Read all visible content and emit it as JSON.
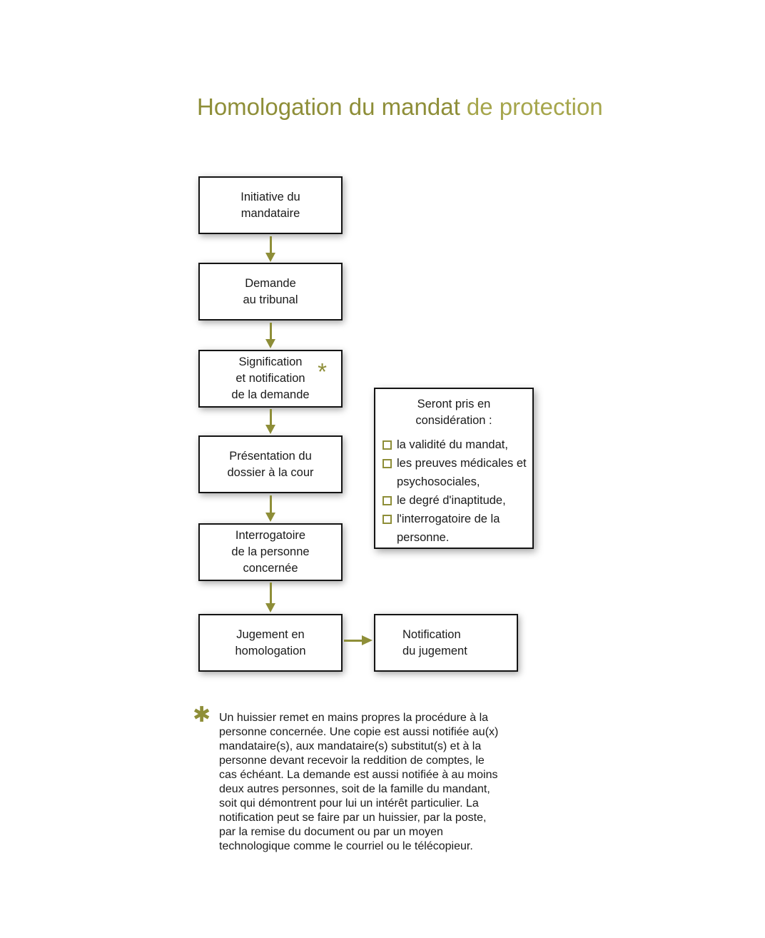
{
  "colors": {
    "accent": "#8e8e38",
    "accent-light": "#a6a64c",
    "box-border": "#141414",
    "text": "#1a1a1a"
  },
  "title": {
    "part1": "Homologation du mandat",
    "part2": " de protection"
  },
  "flowchart": {
    "boxes": [
      {
        "label": "Initiative du\nmandataire"
      },
      {
        "label": "Demande\nau tribunal"
      },
      {
        "label": "Signification\net notification\nde la demande",
        "footnote_marker": "*"
      },
      {
        "label": "Présentation du\ndossier à la cour"
      },
      {
        "label": "Interrogatoire\nde la personne\nconcernée"
      },
      {
        "label": "Jugement en\nhomologation"
      }
    ],
    "result_box": {
      "label": "Notification\ndu jugement"
    }
  },
  "consideration": {
    "header": "Seront pris en\nconsidération :",
    "items": [
      "la validité du mandat,",
      "les preuves médicales et psychosociales,",
      "le degré d'inaptitude,",
      "l'interrogatoire de la personne."
    ]
  },
  "footnote": {
    "marker": "✱",
    "text": "Un huissier remet en mains propres la procédure à la personne concernée. Une copie est aussi notifiée au(x) mandataire(s), aux mandataire(s) substitut(s) et à la personne devant recevoir la reddition de comptes, le cas échéant. La demande est aussi notifiée à au moins deux autres personnes, soit de la famille du mandant, soit qui démontrent pour lui un intérêt particulier. La notification peut se faire par un huissier, par la poste, par la remise du document ou par un moyen technologique comme le courriel ou le télécopieur."
  }
}
